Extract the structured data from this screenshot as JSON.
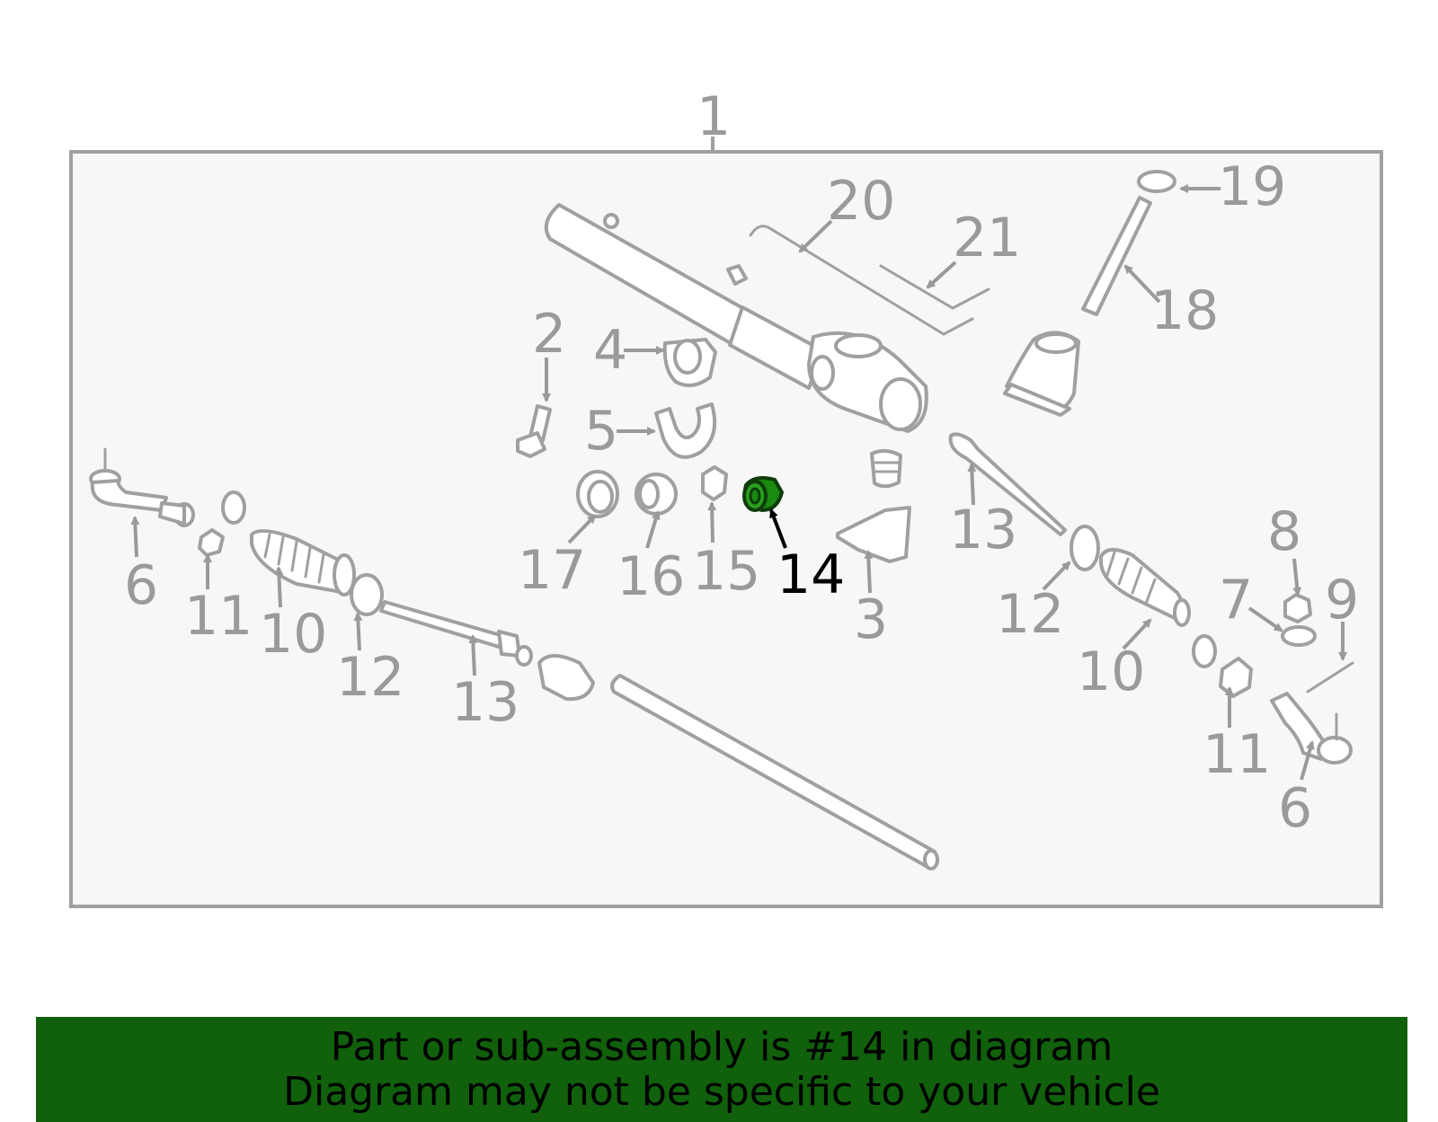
{
  "diagram": {
    "highlighted_part": "14",
    "colors": {
      "frame": "#a0a0a0",
      "panel": "#f7f7f7",
      "highlight": "#1a8a10",
      "banner": "#10600c"
    },
    "labels": [
      {
        "id": "l1",
        "text": "1"
      },
      {
        "id": "l2",
        "text": "2"
      },
      {
        "id": "l3",
        "text": "3"
      },
      {
        "id": "l4",
        "text": "4"
      },
      {
        "id": "l5",
        "text": "5"
      },
      {
        "id": "l6a",
        "text": "6"
      },
      {
        "id": "l6b",
        "text": "6"
      },
      {
        "id": "l7",
        "text": "7"
      },
      {
        "id": "l8",
        "text": "8"
      },
      {
        "id": "l9",
        "text": "9"
      },
      {
        "id": "l10a",
        "text": "10"
      },
      {
        "id": "l10b",
        "text": "10"
      },
      {
        "id": "l11a",
        "text": "11"
      },
      {
        "id": "l11b",
        "text": "11"
      },
      {
        "id": "l12a",
        "text": "12"
      },
      {
        "id": "l12b",
        "text": "12"
      },
      {
        "id": "l13a",
        "text": "13"
      },
      {
        "id": "l13b",
        "text": "13"
      },
      {
        "id": "l14",
        "text": "14"
      },
      {
        "id": "l15",
        "text": "15"
      },
      {
        "id": "l16",
        "text": "16"
      },
      {
        "id": "l17",
        "text": "17"
      },
      {
        "id": "l18",
        "text": "18"
      },
      {
        "id": "l19",
        "text": "19"
      },
      {
        "id": "l20",
        "text": "20"
      },
      {
        "id": "l21",
        "text": "21"
      }
    ]
  },
  "banner": {
    "line1": "Part or sub-assembly is #14 in diagram",
    "line2": "Diagram may not be specific to your vehicle"
  }
}
